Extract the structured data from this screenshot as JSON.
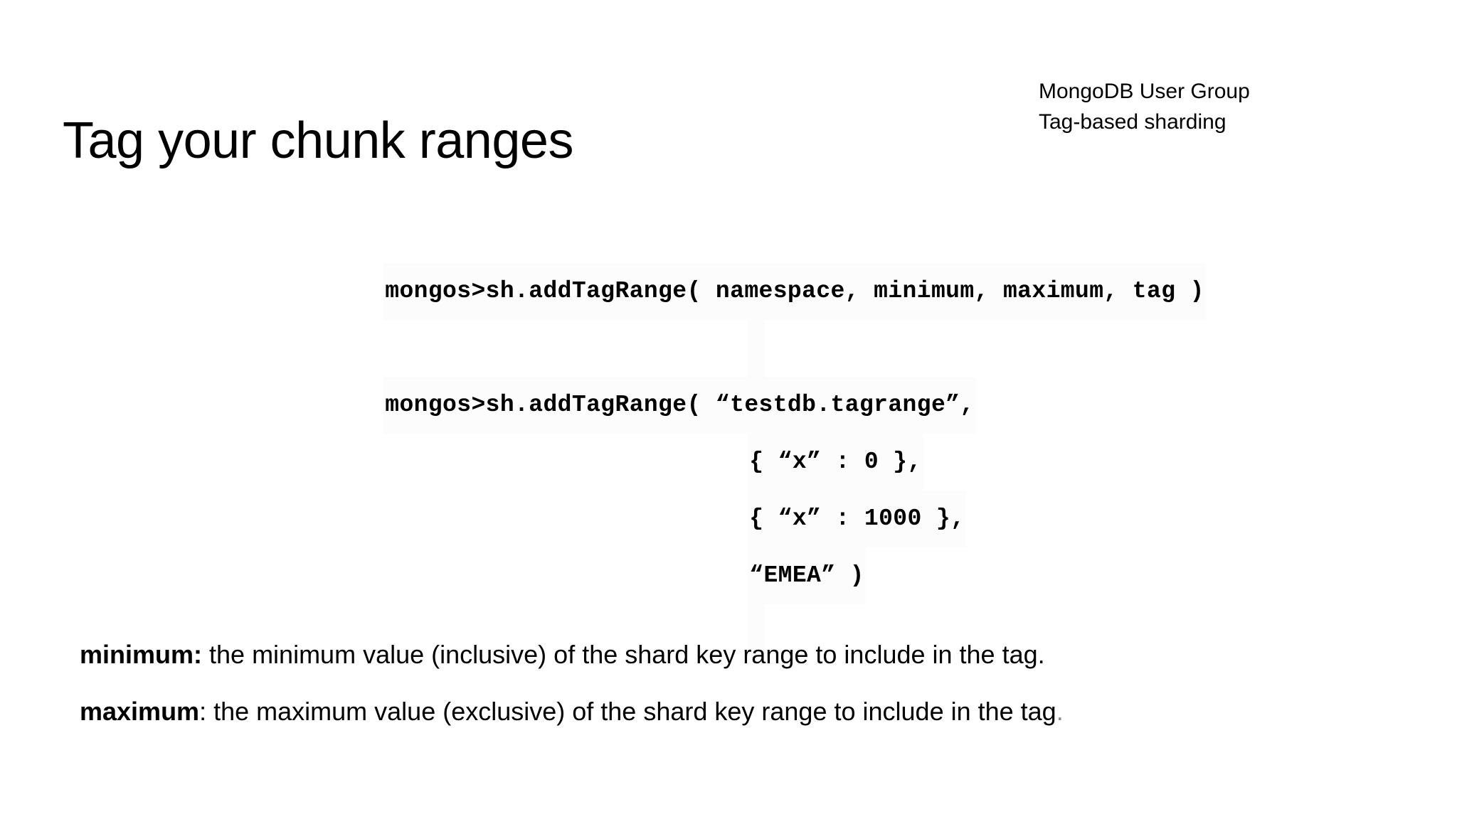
{
  "slide": {
    "title": "Tag your chunk ranges",
    "header": {
      "line1": "MongoDB User Group",
      "line2": "Tag-based sharding"
    },
    "code": {
      "lines": [
        {
          "text": "mongos>sh.addTagRange( namespace, minimum, maximum, tag )",
          "indent": 0,
          "blank": false
        },
        {
          "text": " ",
          "indent": 1,
          "blank": true
        },
        {
          "text": "mongos>sh.addTagRange( “testdb.tagrange”,",
          "indent": 0,
          "blank": false
        },
        {
          "text": "{ “x” : 0 },",
          "indent": 1,
          "blank": false
        },
        {
          "text": "{ “x” : 1000 },",
          "indent": 1,
          "blank": false
        },
        {
          "text": "“EMEA” )",
          "indent": 1,
          "blank": false
        },
        {
          "text": " ",
          "indent": 1,
          "blank": true
        }
      ]
    },
    "descriptions": {
      "minimum": {
        "term": "minimum:",
        "text": " the minimum value (inclusive) of the shard key range to include in the tag.",
        "trailing": ""
      },
      "maximum": {
        "term": "maximum",
        "separator": ": ",
        "text": "the maximum value (exclusive) of the shard key range to include in the tag",
        "trailing": "."
      }
    },
    "colors": {
      "background": "#ffffff",
      "text": "#000000",
      "code_highlight": "#fcfcfc",
      "muted_dot": "#8a8a8a"
    }
  }
}
